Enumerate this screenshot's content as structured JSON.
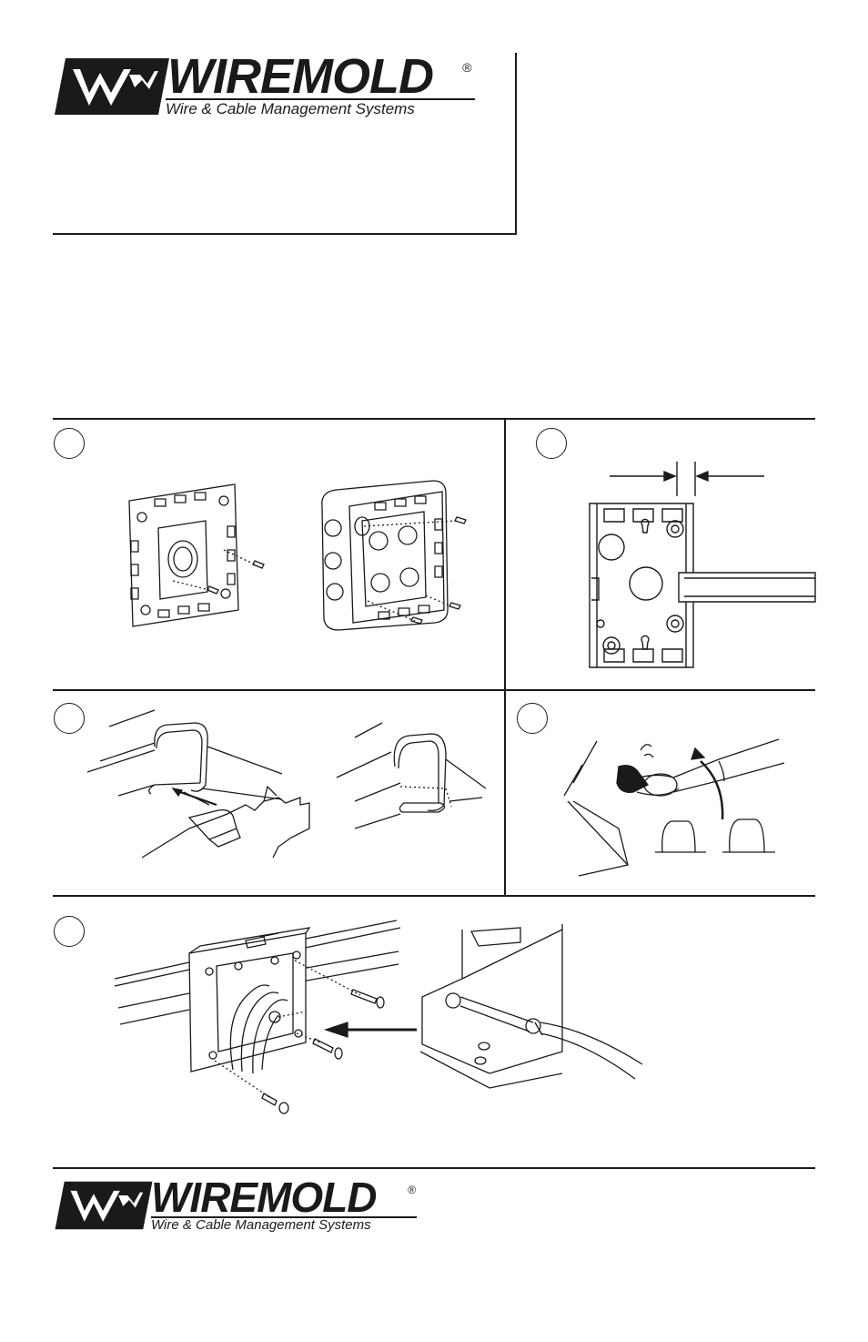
{
  "header_logo": {
    "brand": "WIREMOLD",
    "registered_mark": "®",
    "tagline": "Wire & Cable Management Systems"
  },
  "footer_logo": {
    "brand": "WIREMOLD",
    "registered_mark": "®",
    "tagline": "Wire & Cable Management Systems"
  },
  "steps": [
    {
      "number": ""
    },
    {
      "number": ""
    },
    {
      "number": ""
    },
    {
      "number": ""
    },
    {
      "number": ""
    }
  ],
  "icons": {
    "logo_mark": "wm-logo-mark-icon"
  },
  "colors": {
    "ink": "#1a1a1a",
    "paper": "#ffffff"
  }
}
